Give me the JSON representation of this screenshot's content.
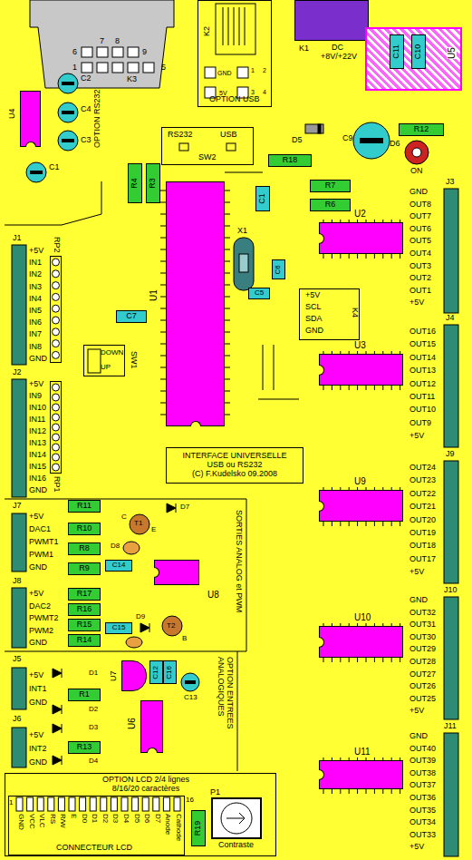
{
  "diagram": {
    "nodes": [
      {
        "text": [
          "K2",
          "OPTION USB"
        ]
      },
      {
        "text": [
          "K1",
          "DC",
          "+8V/+22V"
        ]
      },
      {
        "text": [
          "U5"
        ]
      },
      {
        "text": [
          "C11"
        ],
        "in": 2
      },
      {
        "text": [
          "C10"
        ],
        "in": 2
      },
      {
        "text": [
          "U4"
        ]
      },
      {
        "text": [
          "RS232",
          "USB",
          "SW2"
        ]
      },
      {
        "text": [
          "R4"
        ]
      },
      {
        "text": [
          "R3"
        ]
      },
      {
        "text": [
          "R18"
        ]
      },
      {
        "text": [
          "R12"
        ]
      },
      {
        "text": [
          "U1"
        ]
      },
      {
        "text": [
          "C1"
        ]
      },
      {
        "text": [
          "R7"
        ]
      },
      {
        "text": [
          "R6"
        ]
      },
      {
        "text": [
          "U2"
        ]
      },
      {
        "text": [
          "C6"
        ]
      },
      {
        "text": [
          "C5"
        ]
      },
      {
        "text": [
          "+5V",
          "SCL",
          "SDA",
          "GND",
          "K4"
        ]
      },
      {
        "text": [
          "C7"
        ]
      },
      {
        "text": [
          "RP2"
        ]
      },
      {
        "text": [
          "DOWN",
          "UP",
          "SW1"
        ]
      },
      {
        "text": [
          "U3"
        ]
      },
      {
        "text": [
          "RP1"
        ]
      },
      {
        "text": [
          "INTERFACE UNIVERSELLE",
          "USB ou RS232",
          "(C) F.Kudelsko 09.2008"
        ]
      },
      {
        "text": [
          "U9"
        ]
      },
      {
        "text": [
          "R11"
        ]
      },
      {
        "text": [
          "R10"
        ]
      },
      {
        "text": [
          "R8"
        ]
      },
      {
        "text": [
          "R9"
        ]
      },
      {
        "text": [
          "C14"
        ]
      },
      {
        "text": [
          "U8"
        ]
      },
      {
        "text": [
          "R17"
        ]
      },
      {
        "text": [
          "R16"
        ]
      },
      {
        "text": [
          "R15"
        ]
      },
      {
        "text": [
          "R14"
        ]
      },
      {
        "text": [
          "C15"
        ]
      },
      {
        "text": [
          "U10"
        ]
      },
      {
        "text": [
          "U7"
        ]
      },
      {
        "text": [
          "C12"
        ]
      },
      {
        "text": [
          "C16"
        ]
      },
      {
        "text": [
          "R1"
        ]
      },
      {
        "text": [
          "U6"
        ]
      },
      {
        "text": [
          "R13"
        ]
      },
      {
        "text": [
          "U11"
        ]
      },
      {
        "text": [
          "OPTION LCD 2/4 lignes 8/16/20 caractères"
        ]
      },
      {
        "text": [
          "CONNECTEUR LCD"
        ],
        "in": 45
      },
      {
        "text": [
          "R19"
        ],
        "in": 45
      },
      {
        "text": [
          "P1",
          "Contraste"
        ],
        "in": 45
      }
    ],
    "labels": [
      "6",
      "7",
      "8",
      "9",
      "1",
      "5",
      "K3",
      "GND",
      "5V",
      "1",
      "2",
      "3",
      "4",
      "OPTION RS232",
      "C2",
      "C4",
      "C3",
      "C1",
      "D5",
      "C9",
      "D6",
      "ON",
      "X1",
      "J1",
      "+5V IN1 IN2 IN3 IN4 IN5 IN6 IN7 IN8 GND",
      "J2",
      "+5V IN9 IN10 IN11 IN12 IN13 IN14 IN15 IN16 GND",
      "J3",
      "GND OUT8 OUT7 OUT6 OUT5 OUT4 OUT3 OUT2 OUT1 +5V",
      "J4",
      "OUT16 OUT15 OUT14 OUT13 OUT12 OUT11 OUT10 OUT9 +5V",
      "J9",
      "OUT24 OUT23 OUT22 OUT21 OUT20 OUT19 OUT18 OUT17 +5V",
      "J10",
      "GND OUT32 OUT31 OUT30 OUT29 OUT28 OUT27 OUT26 OUT25 +5V",
      "J11",
      "GND OUT40 OUT39 OUT38 OUT37 OUT36 OUT35 OUT34 OUT33 +5V",
      "J7",
      "+5V DAC1 PWMT1 PWM1 GND",
      "J8",
      "+5V DAC2 PWMT2 PWM2 GND",
      "J5",
      "+5V INT1 GND",
      "J6",
      "+5V INT2 GND",
      "D7",
      "C",
      "T1",
      "E",
      "D8",
      "SORTIES ANALOG et PWM",
      "D9",
      "T2",
      "B",
      "D1",
      "D2",
      "D3",
      "D4",
      "C13",
      "OPTION ENTREES ANALOGIQUES",
      "1",
      "GND",
      "VCC",
      "VLC",
      "RS",
      "R/W",
      "E",
      "D0",
      "D1",
      "D2",
      "D3",
      "D4",
      "D5",
      "D6",
      "D7",
      "Anode",
      "Cathode",
      "16"
    ]
  }
}
